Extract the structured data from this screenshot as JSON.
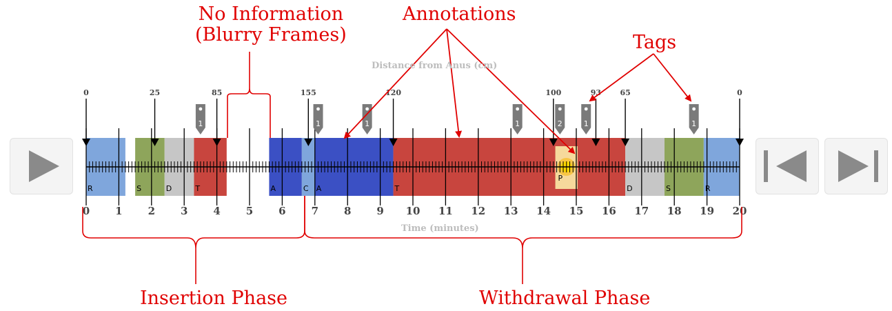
{
  "annotations": {
    "no_information_line1": "No Information",
    "no_information_line2": "(Blurry Frames)",
    "annotations": "Annotations",
    "tags": "Tags",
    "insertion_phase": "Insertion Phase",
    "withdrawal_phase": "Withdrawal Phase"
  },
  "timeline": {
    "distance_axis_title": "Distance from Anus (cm)",
    "time_axis_title": "Time (minutes)",
    "time_ticks": [
      "0",
      "1",
      "2",
      "3",
      "4",
      "5",
      "6",
      "7",
      "8",
      "9",
      "10",
      "11",
      "12",
      "13",
      "14",
      "15",
      "16",
      "17",
      "18",
      "19",
      "20"
    ],
    "distance_markers": [
      {
        "time": 0,
        "label": "0"
      },
      {
        "time": 2.1,
        "label": "25"
      },
      {
        "time": 4.0,
        "label": "85"
      },
      {
        "time": 6.8,
        "label": "155"
      },
      {
        "time": 9.4,
        "label": "120"
      },
      {
        "time": 14.3,
        "label": "100"
      },
      {
        "time": 15.6,
        "label": "93"
      },
      {
        "time": 16.5,
        "label": "65"
      },
      {
        "time": 20,
        "label": "0"
      }
    ],
    "segments": [
      {
        "start": 0,
        "end": 1.2,
        "color": "#7fa6dc",
        "letter": "R"
      },
      {
        "start": 1.5,
        "end": 2.4,
        "color": "#8ea55b",
        "letter": "S"
      },
      {
        "start": 2.4,
        "end": 3.3,
        "color": "#c6c6c6",
        "letter": "D"
      },
      {
        "start": 3.3,
        "end": 4.3,
        "color": "#c8453e",
        "letter": "T"
      },
      {
        "start": 5.6,
        "end": 6.6,
        "color": "#3b50c4",
        "letter": "A"
      },
      {
        "start": 6.6,
        "end": 7.0,
        "color": "#7fa6dc",
        "letter": "C"
      },
      {
        "start": 7.0,
        "end": 9.4,
        "color": "#3b50c4",
        "letter": "A"
      },
      {
        "start": 9.4,
        "end": 16.5,
        "color": "#c8453e",
        "letter": "T"
      },
      {
        "start": 16.5,
        "end": 17.7,
        "color": "#c6c6c6",
        "letter": "D"
      },
      {
        "start": 17.7,
        "end": 18.9,
        "color": "#8ea55b",
        "letter": "S"
      },
      {
        "start": 18.9,
        "end": 20,
        "color": "#7fa6dc",
        "letter": "R"
      }
    ],
    "polyp_region": {
      "start": 14.4,
      "end": 15.0,
      "color": "#f6d99c",
      "letter": "P"
    },
    "tags": [
      {
        "time": 3.5,
        "label": "1"
      },
      {
        "time": 7.1,
        "label": "1"
      },
      {
        "time": 8.6,
        "label": "1"
      },
      {
        "time": 13.2,
        "label": "1"
      },
      {
        "time": 14.5,
        "label": "2"
      },
      {
        "time": 15.3,
        "label": "1"
      },
      {
        "time": 18.6,
        "label": "1"
      }
    ],
    "colors": {
      "tag": "#7a7a7a",
      "marker": "#000000",
      "annotation": "#e00000",
      "gray_caption": "#bdbdbd"
    }
  },
  "controls": {
    "play_icon": "play-icon",
    "step_back_icon": "step-back-icon",
    "step_forward_icon": "step-forward-icon"
  }
}
